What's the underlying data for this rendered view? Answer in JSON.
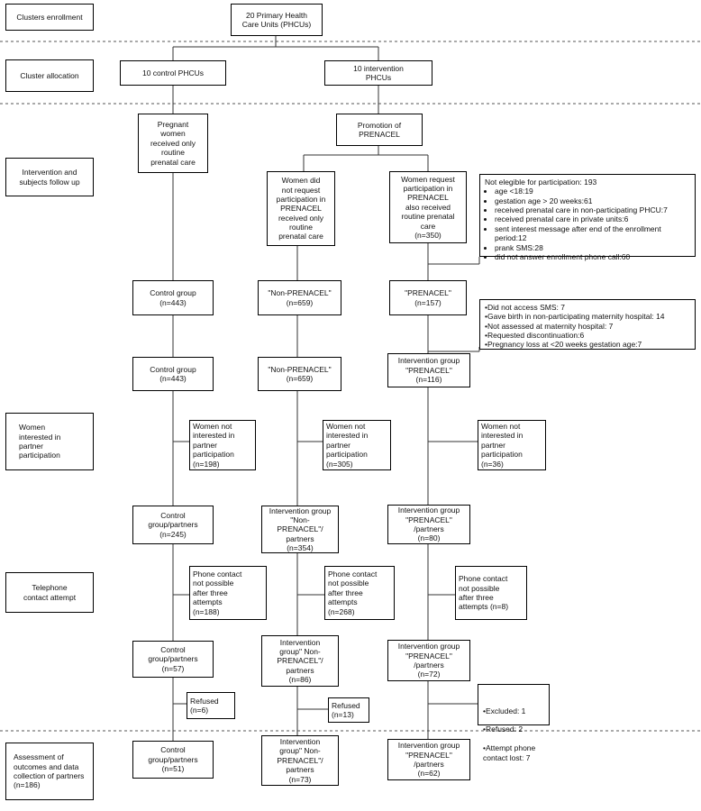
{
  "stages": {
    "enrollment": "Clusters enrollment",
    "allocation": "Cluster allocation",
    "intervention": "Intervention and\nsubjects follow up",
    "interested": "Women\ninterested in\npartner\nparticipation",
    "telephone": "Telephone\ncontact attempt",
    "assessment": "Assessment of\noutcomes and data\ncollection of partners\n(n=186)"
  },
  "top": "20 Primary Health\nCare Units (PHCUs)",
  "allocation": {
    "control": "10 control PHCUs",
    "intervention": "10 intervention\nPHCUs"
  },
  "control_route": {
    "prenatal": "Pregnant\nwomen\nreceived only\nroutine\nprenatal care",
    "group1": "Control group\n(n=443)",
    "group2": "Control group\n(n=443)",
    "not_interested": "Women not\ninterested in\npartner\nparticipation\n(n=198)",
    "partners": "Control\ngroup/partners\n(n=245)",
    "no_contact": "Phone contact\nnot possible\nafter three\nattempts\n(n=188)",
    "partners2": "Control\ngroup/partners\n(n=57)",
    "refused": "Refused\n(n=6)",
    "final": "Control\ngroup/partners\n(n=51)"
  },
  "promotion": "Promotion of\nPRENACEL",
  "nonprenacel_route": {
    "no_request": "Women did\nnot request\nparticipation in\nPRENACEL\nreceived only\nroutine\nprenatal care",
    "group1": "\"Non-PRENACEL\"\n(n=659)",
    "group2": "\"Non-PRENACEL\"\n(n=659)",
    "not_interested": "Women not\ninterested in\npartner\nparticipation\n(n=305)",
    "partners": "Intervention group\n\"Non-\nPRENACEL\"/\npartners\n(n=354)",
    "no_contact": "Phone contact\nnot possible\nafter three\nattempts\n(n=268)",
    "partners2": "Intervention\ngroup\" Non-\nPRENACEL\"/\npartners\n(n=86)",
    "refused": "Refused\n(n=13)",
    "final": "Intervention\ngroup\" Non-\nPRENACEL\"/\npartners\n(n=73)"
  },
  "prenacel_route": {
    "request": "Women request\nparticipation in\nPRENACEL\nalso received\nroutine prenatal\ncare\n(n=350)",
    "group1": "\"PRENACEL\"\n(n=157)",
    "group2": "Intervention group\n\"PRENACEL\"\n(n=116)",
    "not_interested": "Women not\ninterested in\npartner\nparticipation\n(n=36)",
    "partners": "Intervention group\n\"PRENACEL\"\n/partners\n(n=80)",
    "no_contact": "Phone contact\nnot possible\nafter three\nattempts (n=8)",
    "partners2": "Intervention group\n\"PRENACEL\"\n/partners\n(n=72)",
    "final": "Intervention group\n\"PRENACEL\"\n/partners\n(n=62)"
  },
  "not_eligible": {
    "title": "Not elegible for participation: 193",
    "items": [
      "age <18:19",
      "gestation age > 20 weeks:61",
      "received prenatal care in non-participating PHCU:7",
      "received prenatal care in private units:6",
      "sent interest message after end of the enrollment period:12",
      "prank SMS:28",
      "did not answer enrollment phone call:60"
    ]
  },
  "dropouts": [
    "•Did not access SMS: 7",
    "•Gave birth in non-participating maternity hospital: 14",
    "•Not assessed at maternity hospital: 7",
    "•Requested discontinuation:6",
    "•Pregnancy loss at <20 weeks gestation age:7"
  ],
  "excluded": [
    "•Excluded: 1",
    "•Refused: 2",
    "•Attempt phone\ncontact lost: 7"
  ]
}
